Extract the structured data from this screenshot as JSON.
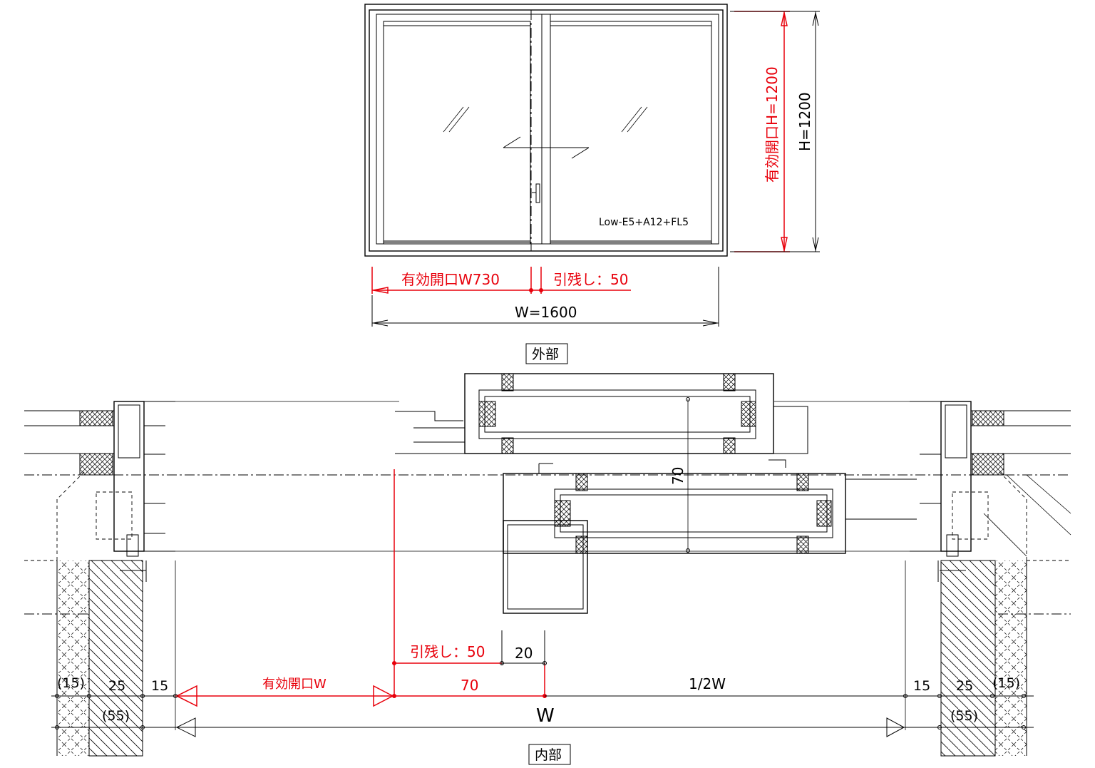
{
  "elevation": {
    "glass_spec": "Low-E5+A12+FL5",
    "effective_height_label": "有効開口H=1200",
    "height_label": "H=1200",
    "effective_width_label": "有効開口W730",
    "pull_remain_label": "引残し：50",
    "width_label": "W=1600"
  },
  "section": {
    "exterior_label": "外部",
    "interior_label": "内部",
    "depth_label": "70",
    "pull_remain_label": "引残し：50",
    "gap_label": "20",
    "effective_width_label": "有効開口W",
    "overlap_label": "70",
    "half_width_label": "1/2W",
    "width_label": "W",
    "left_dims": [
      "(15)",
      "25",
      "15",
      "(55)"
    ],
    "right_dims": [
      "15",
      "25",
      "(15)",
      "(55)"
    ]
  },
  "colors": {
    "line": "#000000",
    "highlight": "#e8000b"
  }
}
